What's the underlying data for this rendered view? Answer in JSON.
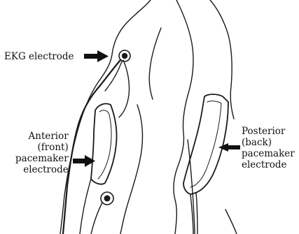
{
  "labels": {
    "ekg": "EKG electrode",
    "anterior": [
      "Anterior",
      "(front)",
      "pacemaker",
      "electrode"
    ],
    "posterior": [
      "Posterior",
      "(back)",
      "pacemaker",
      "electrode"
    ]
  },
  "colors": {
    "line": "#1a1a1a",
    "arrow": "#111111",
    "background": "#ffffff"
  }
}
